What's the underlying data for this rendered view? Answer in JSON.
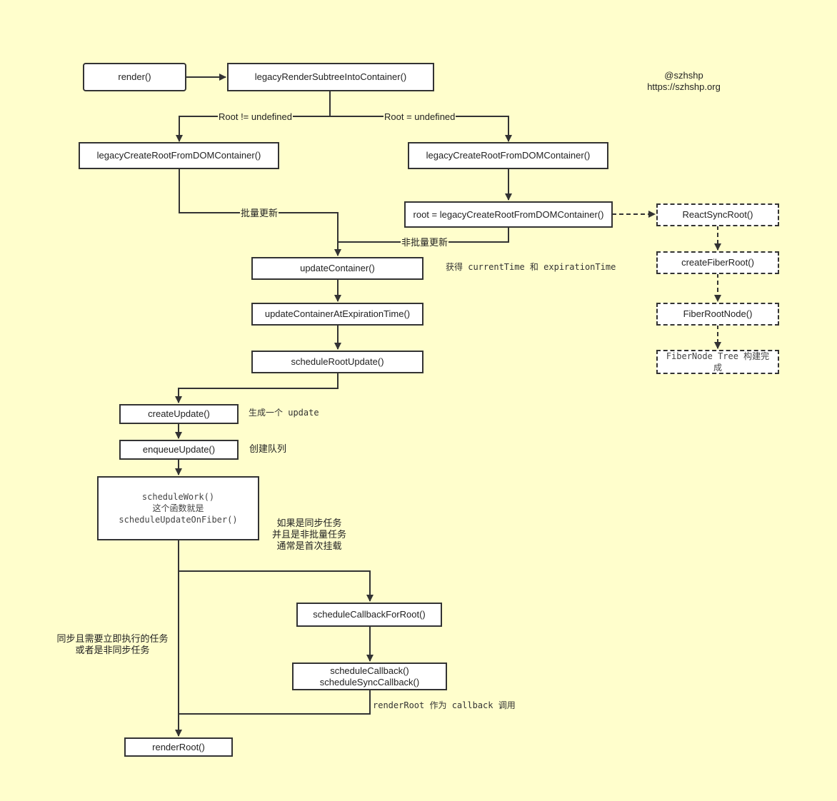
{
  "credit": {
    "handle": "@szhshp",
    "url": "https://szhshp.org"
  },
  "nodes": {
    "render": "render()",
    "legacy_render_subtree": "legacyRenderSubtreeIntoContainer()",
    "legacy_create_root_left": "legacyCreateRootFromDOMContainer()",
    "legacy_create_root_right": "legacyCreateRootFromDOMContainer()",
    "root_assign": "root = legacyCreateRootFromDOMContainer()",
    "react_sync_root": "ReactSyncRoot()",
    "create_fiber_root": "createFiberRoot()",
    "fiber_root_node": "FiberRootNode()",
    "fibernode_tree": "FiberNode Tree 构建完成",
    "update_container": "updateContainer()",
    "update_container_at_expiration": "updateContainerAtExpirationTime()",
    "schedule_root_update": "scheduleRootUpdate()",
    "create_update": "createUpdate()",
    "enqueue_update": "enqueueUpdate()",
    "schedule_work": "scheduleWork()\n这个函数就是\nscheduleUpdateOnFiber()",
    "schedule_callback_for_root": "scheduleCallbackForRoot()",
    "schedule_callback": "scheduleCallback()\nscheduleSyncCallback()",
    "render_root": "renderRoot()"
  },
  "edge_labels": {
    "root_not_undefined": "Root != undefined",
    "root_undefined": "Root = undefined",
    "batched_update": "批量更新",
    "non_batched_update": "非批量更新"
  },
  "notes": {
    "get_times": "获得 currentTime 和 expirationTime",
    "create_update_note": "生成一个 update",
    "enqueue_note": "创建队列",
    "sync_task_note": "如果是同步任务\n并且是非批量任务\n通常是首次挂载",
    "immediate_task_note": "同步且需要立即执行的任务\n或者是非同步任务",
    "render_root_callback": "renderRoot 作为 callback 调用"
  },
  "colors": {
    "background": "#fffecc",
    "stroke": "#333333",
    "node_fill": "#ffffff"
  }
}
